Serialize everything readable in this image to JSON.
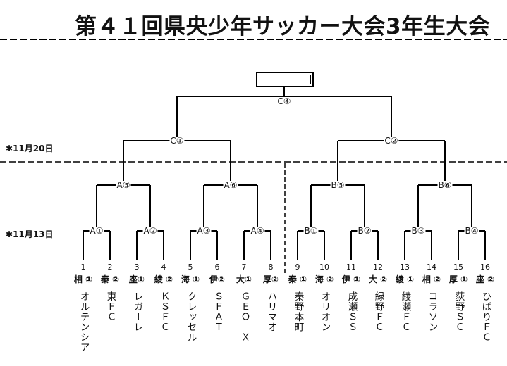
{
  "title": "第４１回県央少年サッカー大会3年生大会",
  "dates": {
    "final_rounds": "✱11月20日",
    "first_rounds": "✱11月13日"
  },
  "bracket": {
    "final_label": "C④",
    "semifinals": [
      "C①",
      "C②"
    ],
    "quarterfinals": [
      "A⑤",
      "A⑥",
      "B⑤",
      "B⑥"
    ],
    "first_round": [
      "A①",
      "A②",
      "A③",
      "A④",
      "B①",
      "B②",
      "B③",
      "B④"
    ]
  },
  "slots": [
    {
      "num": "1",
      "tag": "相 ①",
      "team": "オルテンシア"
    },
    {
      "num": "2",
      "tag": "秦 ②",
      "team": "東ＦＣ"
    },
    {
      "num": "3",
      "tag": "座①",
      "team": "レガーレ"
    },
    {
      "num": "4",
      "tag": "綾 ②",
      "team": "ＫＳＦＣ"
    },
    {
      "num": "5",
      "tag": "海 ①",
      "team": "クレッセル"
    },
    {
      "num": "6",
      "tag": "伊②",
      "team": "ＳＦＡＴ"
    },
    {
      "num": "7",
      "tag": "大①",
      "team": "ＧＥＯ－Ｘ"
    },
    {
      "num": "8",
      "tag": "厚②",
      "team": "ハリマオ"
    },
    {
      "num": "9",
      "tag": "秦 ①",
      "team": "秦野本町"
    },
    {
      "num": "10",
      "tag": "海 ②",
      "team": "オリオン"
    },
    {
      "num": "11",
      "tag": "伊 ①",
      "team": "成瀬ＳＳ"
    },
    {
      "num": "12",
      "tag": "大 ②",
      "team": "緑野ＦＣ"
    },
    {
      "num": "13",
      "tag": "綾 ①",
      "team": "綾瀬ＦＣ"
    },
    {
      "num": "14",
      "tag": "相 ②",
      "team": "コラソン"
    },
    {
      "num": "15",
      "tag": "厚 ①",
      "team": "荻野ＳＣ"
    },
    {
      "num": "16",
      "tag": "座 ②",
      "team": "ひばりＦＣ"
    }
  ]
}
